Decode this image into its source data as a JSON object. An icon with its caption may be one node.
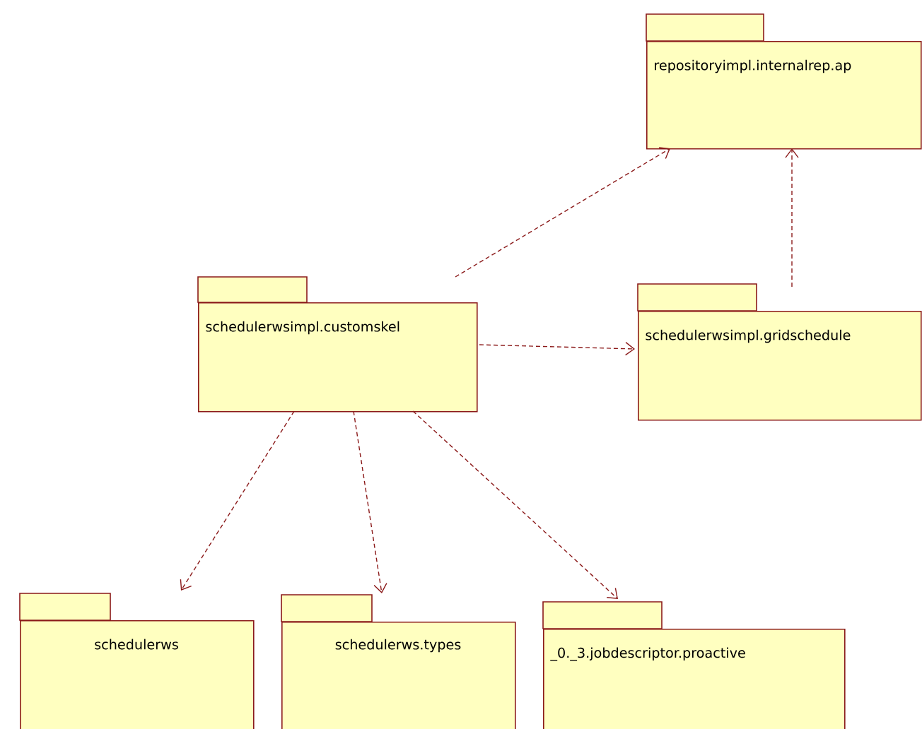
{
  "diagram": {
    "nodes": [
      {
        "text": [
          "repositoryimpl.internalrep.ap"
        ]
      },
      {
        "text": [
          "schedulerwsimpl.customskel"
        ]
      },
      {
        "text": [
          "schedulerwsimpl.gridschedule"
        ]
      },
      {
        "text": [
          "schedulerws"
        ]
      },
      {
        "text": [
          "schedulerws.types"
        ]
      },
      {
        "text": [
          "_0._3.jobdescriptor.proactive"
        ]
      }
    ],
    "edges": [
      {
        "from": 1,
        "to": 0,
        "arrow": "to",
        "style": "dashed"
      },
      {
        "from": 2,
        "to": 0,
        "arrow": "to",
        "style": "dashed"
      },
      {
        "from": 1,
        "to": 2,
        "arrow": "to",
        "style": "dashed"
      },
      {
        "from": 1,
        "to": 3,
        "arrow": "to",
        "style": "dashed"
      },
      {
        "from": 1,
        "to": 4,
        "arrow": "to",
        "style": "dashed"
      },
      {
        "from": 1,
        "to": 5,
        "arrow": "to",
        "style": "dashed"
      }
    ]
  }
}
